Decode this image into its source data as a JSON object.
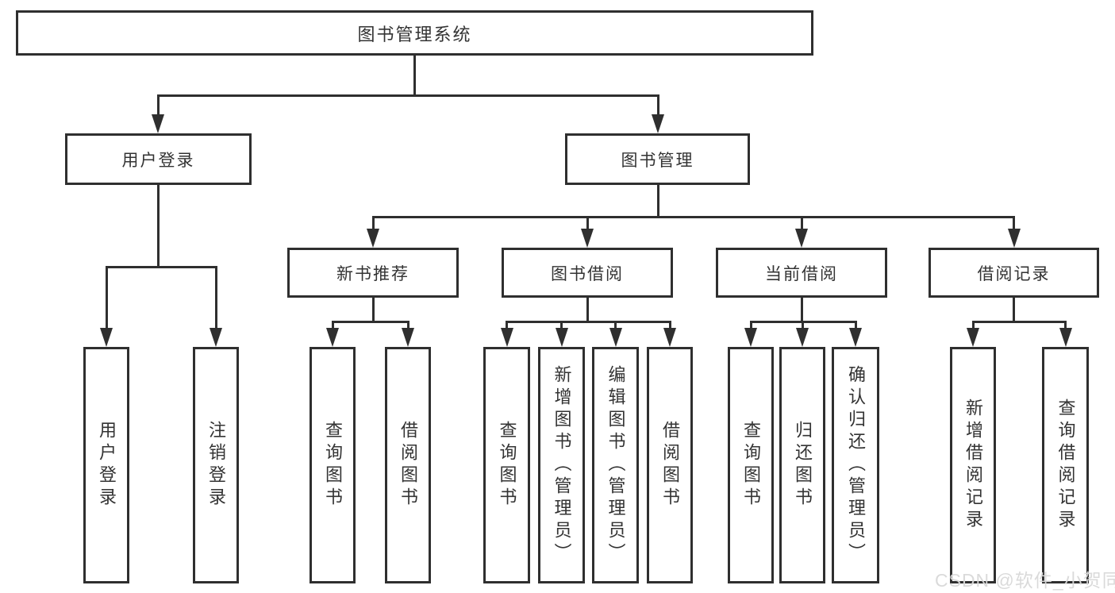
{
  "diagram": {
    "title": "图书管理系统",
    "tree": {
      "id": "root",
      "label": "图书管理系统",
      "children": [
        {
          "id": "user-login",
          "label": "用户登录",
          "children": [
            {
              "id": "login",
              "label": "用户登录"
            },
            {
              "id": "logout",
              "label": "注销登录"
            }
          ]
        },
        {
          "id": "book-mgmt",
          "label": "图书管理",
          "children": [
            {
              "id": "new-rec",
              "label": "新书推荐",
              "children": [
                {
                  "id": "nr-query",
                  "label": "查询图书"
                },
                {
                  "id": "nr-borrow",
                  "label": "借阅图书"
                }
              ]
            },
            {
              "id": "borrow",
              "label": "图书借阅",
              "children": [
                {
                  "id": "b-query",
                  "label": "查询图书"
                },
                {
                  "id": "b-add",
                  "label": "新增图书（管理员）"
                },
                {
                  "id": "b-edit",
                  "label": "编辑图书（管理员）"
                },
                {
                  "id": "b-borrow",
                  "label": "借阅图书"
                }
              ]
            },
            {
              "id": "current",
              "label": "当前借阅",
              "children": [
                {
                  "id": "c-query",
                  "label": "查询图书"
                },
                {
                  "id": "c-return",
                  "label": "归还图书"
                },
                {
                  "id": "c-confirm",
                  "label": "确认归还（管理员）"
                }
              ]
            },
            {
              "id": "records",
              "label": "借阅记录",
              "children": [
                {
                  "id": "r-add",
                  "label": "新增借阅记录"
                },
                {
                  "id": "r-query",
                  "label": "查询借阅记录"
                }
              ]
            }
          ]
        }
      ]
    }
  },
  "watermark": {
    "text": "CSDN @软件_小贺同学"
  },
  "colors": {
    "stroke": "#2f2f2f",
    "text": "#333333",
    "background": "#ffffff",
    "watermark": "#d9d9d9"
  }
}
